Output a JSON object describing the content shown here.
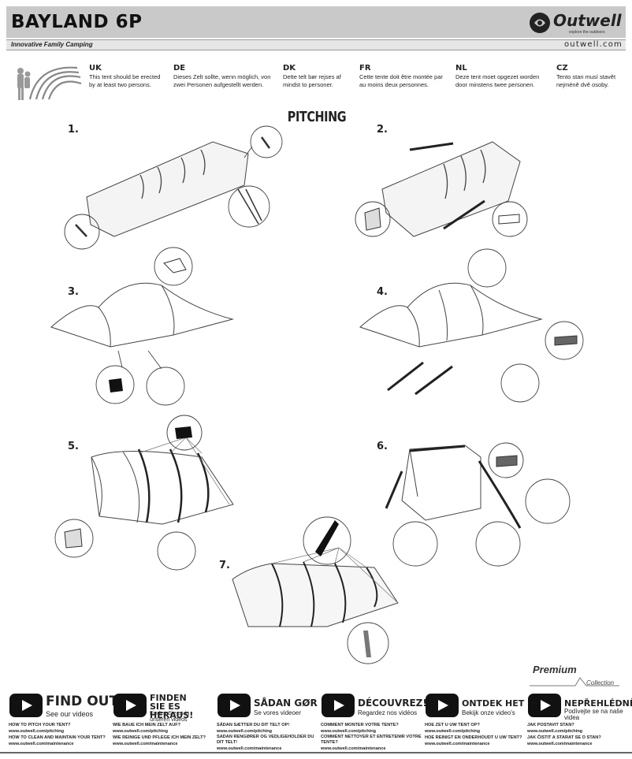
{
  "header": {
    "product": "BAYLAND 6P",
    "brand": "Outwell",
    "brand_tagline": "explore the outdoors",
    "tagline": "Innovative Family Camping",
    "website": "outwell.com"
  },
  "languages": [
    {
      "code": "UK",
      "text": "This tent should be erected by at least two persons."
    },
    {
      "code": "DE",
      "text": "Dieses Zelt sollte, wenn möglich, von zwei Personen aufgestellt werden."
    },
    {
      "code": "DK",
      "text": "Dette telt bør rejses af mindst to personer."
    },
    {
      "code": "FR",
      "text": "Cette tente doit être montée par au moins deux personnes."
    },
    {
      "code": "NL",
      "text": "Deze tent moet opgezet worden door minstens twee personen."
    },
    {
      "code": "CZ",
      "text": "Tento stan musí stavět nejméně dvě osoby."
    }
  ],
  "section_title": "PITCHING",
  "steps": [
    "1.",
    "2.",
    "3.",
    "4.",
    "5.",
    "6.",
    "7."
  ],
  "premium": {
    "title": "Premium",
    "subtitle": "Collection"
  },
  "footer": [
    {
      "head": "FIND OUT!",
      "sub": "See our videos",
      "line1": "HOW TO PITCH YOUR TENT?",
      "line2": "www.outwell.com/pitching",
      "line3": "HOW TO CLEAN AND MAINTAIN YOUR TENT?",
      "line4": "www.outwell.com/maintenance"
    },
    {
      "head": "FINDEN SIE ES HERAUS!",
      "sub": "Finden Sie es in unseren videos",
      "line1": "WIE BAUE ICH MEIN ZELT AUF?",
      "line2": "www.outwell.com/pitching",
      "line3": "WIE REINIGE UND PFLEGE ICH MEIN ZELT?",
      "line4": "www.outwell.com/maintenance"
    },
    {
      "head": "SÅDAN GØR DU!",
      "sub": "Se vores videoer",
      "line1": "SÅDAN SÆTTER DU DIT TELT OP!",
      "line2": "www.outwell.com/pitching",
      "line3": "SÅDAN RENGØRER OG VEDLIGEHOLDER DU DIT TELT!",
      "line4": "www.outwell.com/maintenance"
    },
    {
      "head": "DÉCOUVREZ!",
      "sub": "Regardez nos vidéos",
      "line1": "COMMENT MONTER VOTRE TENTE?",
      "line2": "www.outwell.com/pitching",
      "line3": "COMMENT NETTOYER ET ENTRETENIR VOTRE TENTE?",
      "line4": "www.outwell.com/maintenance"
    },
    {
      "head": "ONTDEK HET HIER!",
      "sub": "Bekijk onze video's",
      "line1": "HOE ZET U UW TENT OP?",
      "line2": "www.outwell.com/pitching",
      "line3": "HOE REINIGT EN ONDERHOUDT U UW TENT?",
      "line4": "www.outwell.com/maintenance"
    },
    {
      "head": "NEPŘEHLÉDNĚTE!",
      "sub": "Podívejte se na naše videa",
      "line1": "JAK POSTAVIT STAN?",
      "line2": "www.outwell.com/pitching",
      "line3": "JAK ČISTIT A STARAT SE O STAN?",
      "line4": "www.outwell.com/maintenance"
    }
  ]
}
